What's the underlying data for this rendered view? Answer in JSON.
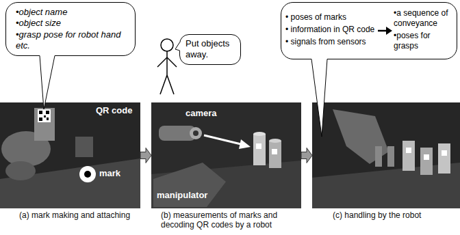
{
  "diagram": {
    "nodes": [
      {
        "text": [
          "•object name",
          "•object size",
          "•grasp pose for robot hand etc."
        ]
      },
      {
        "text": [
          "Put objects away."
        ]
      },
      {
        "text": [
          "• poses of marks",
          "• information in QR code",
          "• signals from sensors",
          "•a sequence of conveyance",
          "•poses for grasps"
        ]
      },
      {
        "text": [
          "QR code",
          "mark",
          "(a) mark making and attaching"
        ]
      },
      {
        "text": [
          "camera",
          "manipulator",
          "(b) measurements of marks and decoding QR codes by a robot"
        ]
      },
      {
        "text": [
          "(c) handling by the robot"
        ]
      }
    ],
    "edges": [
      {
        "from": 3,
        "to": 4,
        "arrow": "to"
      },
      {
        "from": 4,
        "to": 5,
        "arrow": "to"
      }
    ]
  }
}
